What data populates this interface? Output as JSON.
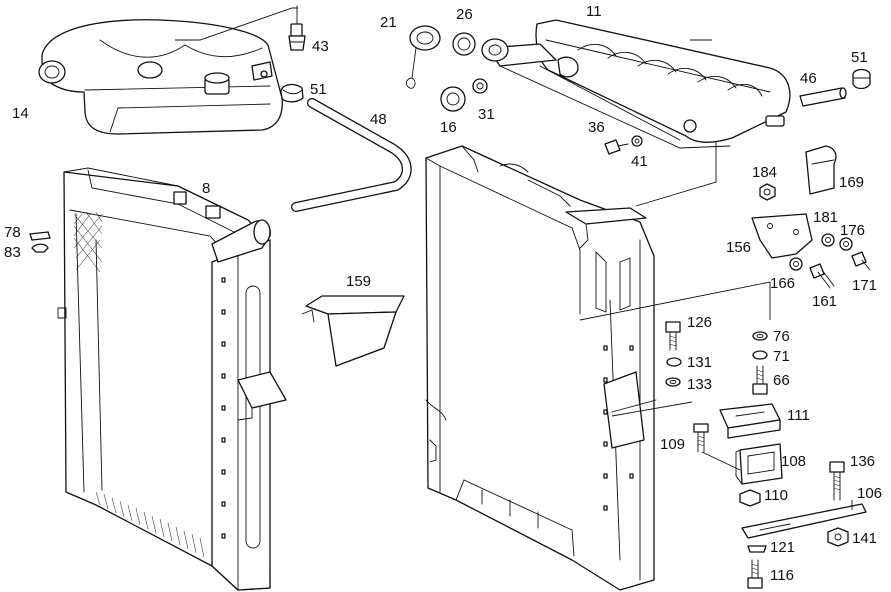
{
  "diagram": {
    "callouts": {
      "c11": "11",
      "c21": "21",
      "c26": "26",
      "c43": "43",
      "c51a": "51",
      "c51b": "51",
      "c14": "14",
      "c16": "16",
      "c31": "31",
      "c48": "48",
      "c46": "46",
      "c36": "36",
      "c41": "41",
      "c8": "8",
      "c78": "78",
      "c83": "83",
      "c184": "184",
      "c169": "169",
      "c181": "181",
      "c176": "176",
      "c156": "156",
      "c166": "166",
      "c161": "161",
      "c171": "171",
      "c159": "159",
      "c126": "126",
      "c76": "76",
      "c71": "71",
      "c131": "131",
      "c133": "133",
      "c66": "66",
      "c111": "111",
      "c109": "109",
      "c108": "108",
      "c136": "136",
      "c110": "110",
      "c106": "106",
      "c121": "121",
      "c141": "141",
      "c116": "116"
    }
  }
}
